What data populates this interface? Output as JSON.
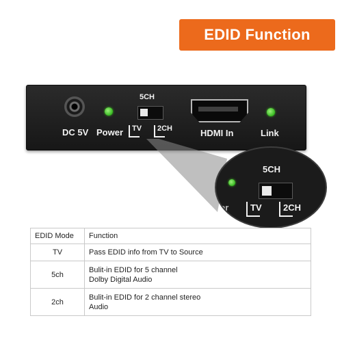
{
  "title": "EDID Function",
  "device": {
    "dc_label": "DC 5V",
    "power_label": "Power",
    "switch_top_label": "5CH",
    "switch_left_label": "TV",
    "switch_right_label": "2CH",
    "hdmi_label": "HDMI In",
    "link_label": "Link",
    "led_color": "#3fc21f",
    "body_color": "#1f1f1f"
  },
  "zoom": {
    "top_label": "5CH",
    "left_label": "TV",
    "right_label": "2CH",
    "edge_label": "er"
  },
  "table": {
    "headers": [
      "EDID Mode",
      "Function"
    ],
    "rows": [
      {
        "mode": "TV",
        "line1": "Pass EDID info from TV to Source",
        "line2": ""
      },
      {
        "mode": "5ch",
        "line1": "Bulit-in EDID for 5 channel",
        "line2": "Dolby Digital Audio"
      },
      {
        "mode": "2ch",
        "line1": "Bulit-in EDID for 2 channel stereo",
        "line2": "Audio"
      }
    ]
  },
  "colors": {
    "accent": "#ec6a1c",
    "text": "#222222"
  },
  "icons": [
    "dc-jack-icon",
    "led-icon",
    "slide-switch-icon",
    "hdmi-port-icon"
  ]
}
